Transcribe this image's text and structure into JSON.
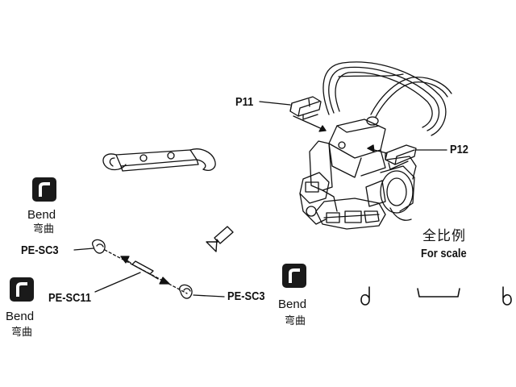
{
  "labels": {
    "p11": "P11",
    "p12": "P12",
    "pe_sc3_left": "PE-SC3",
    "pe_sc11": "PE-SC11",
    "pe_sc3_right": "PE-SC3"
  },
  "bend_markers": [
    {
      "text": "Bend",
      "cn": "弯曲",
      "icon": "bend-icon"
    },
    {
      "text": "Bend",
      "cn": "弯曲",
      "icon": "bend-icon"
    },
    {
      "text": "Bend",
      "cn": "弯曲",
      "icon": "bend-icon"
    }
  ],
  "scale": {
    "cn": "全比例",
    "en": "For scale"
  },
  "colors": {
    "ink": "#111111",
    "icon_bg": "#1a1a1a",
    "paper": "#ffffff"
  }
}
